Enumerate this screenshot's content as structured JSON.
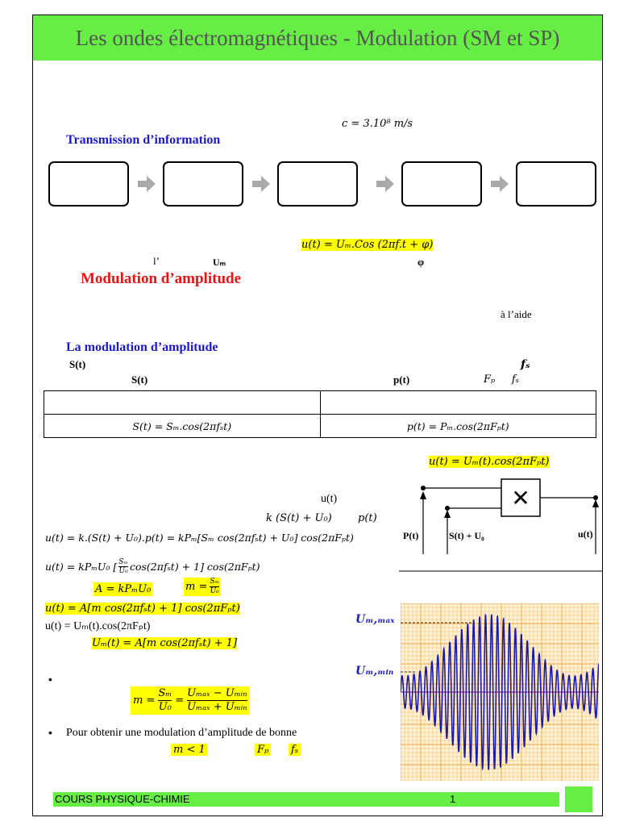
{
  "header": {
    "title": "Les ondes électromagnétiques - Modulation (SM et SP)"
  },
  "celerity": "c = 3.10⁸ m/s",
  "transmission": {
    "title": "Transmission d’information",
    "boxes": [
      "",
      "",
      "",
      "",
      ""
    ]
  },
  "carrier": {
    "equation": "u(t) = Uₘ.Cos (2πf.t + φ)",
    "l_frag": "l’",
    "um_frag": "Uₘ",
    "phi_frag": "φ"
  },
  "modulation": {
    "title": "Modulation d’amplitude",
    "aide": "à l’aide"
  },
  "am_section": {
    "title": "La modulation d’amplitude",
    "s_label": "S(t)",
    "fs_label": "fₛ",
    "col_s": "S(t)",
    "col_p": "p(t)",
    "fp_fs": "Fₚ     fₛ",
    "table": {
      "row1": [
        "",
        ""
      ],
      "row2": [
        "S(t) = Sₘ.cos(2πfₛt)",
        "p(t) = Pₘ.cos(2πFₚt)"
      ]
    }
  },
  "multiplier": {
    "equation": "u(t) = Uₘ(t).cos(2πFₚt)",
    "symbol": "✕",
    "label_p": "P(t)",
    "label_s": "S(t) + U₀",
    "label_u": "u(t)"
  },
  "derivation": {
    "ut_label": "u(t)",
    "k_expr": "k (S(t) + U₀)",
    "pt_expr": "p(t)",
    "eq1": "u(t) = k.(S(t) + U₀).p(t) = kPₘ[Sₘ cos(2πfₛt) + U₀] cos(2πFₚt)",
    "eq2_a": "u(t) = kPₘU₀ [",
    "eq2_num": "Sₘ",
    "eq2_den": "U₀",
    "eq2_b": "cos(2πfₛt) + 1] cos(2πFₚt)",
    "A_def": "A = kPₘU₀",
    "m_lhs": "m =",
    "m_num": "Sₘ",
    "m_den": "U₀",
    "eq3": "u(t) = A[m cos(2πfₛt) + 1] cos(2πFₚt)",
    "eq4": "u(t) = Uₘ(t).cos(2πFₚt)",
    "eq5": "Uₘ(t) = A[m cos(2πfₛt) + 1]"
  },
  "modulation_rate": {
    "lhs": "m =",
    "f1_num": "Sₘ",
    "f1_den": "U₀",
    "eq": "=",
    "f2_num": "Uₘₐₓ − Uₘᵢₙ",
    "f2_den": "Uₘₐₓ + Uₘᵢₙ",
    "bullet": "•",
    "quality_text": "Pour obtenir une modulation d’amplitude de bonne",
    "condition": "m < 1",
    "fp": "Fₚ",
    "fs": "fₛ"
  },
  "oscillogram": {
    "umax_label": "Uₘ,ₘₐₓ",
    "umin_label": "Uₘ,ₘᵢₙ",
    "grid_color": "#f2a23a",
    "bg_color": "#fff3d6",
    "signal_color": "#1a1aaa"
  },
  "footer": {
    "course": "COURS PHYSIQUE-CHIMIE",
    "page": "1"
  }
}
